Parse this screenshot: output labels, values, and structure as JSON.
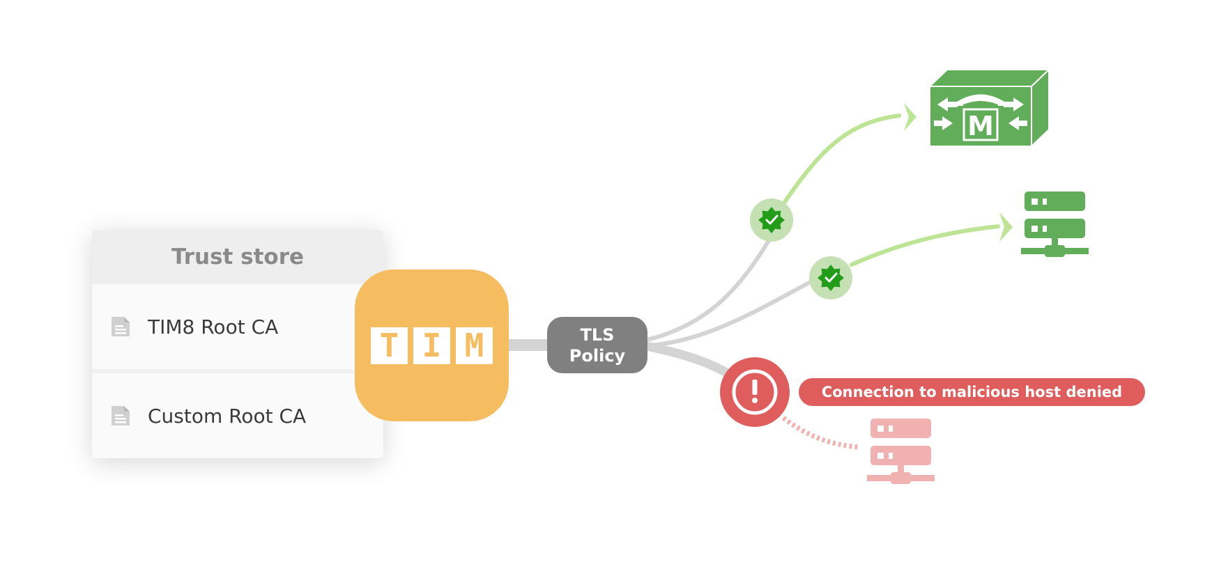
{
  "trust_store": {
    "title": "Trust store",
    "items": [
      {
        "label": "TIM8 Root CA",
        "icon": "document-icon"
      },
      {
        "label": "Custom Root CA",
        "icon": "document-icon"
      }
    ]
  },
  "logo": {
    "letters": [
      "T",
      "I",
      "M"
    ],
    "color": "#f6bc60"
  },
  "tls_policy": {
    "line1": "TLS",
    "line2": "Policy"
  },
  "connections": [
    {
      "target": "mitel-switch-icon",
      "status": "trusted",
      "badge": "verified-check-icon"
    },
    {
      "target": "server-icon",
      "status": "trusted",
      "badge": "verified-check-icon"
    },
    {
      "target": "server-icon",
      "status": "denied",
      "badge": "alert-icon"
    }
  ],
  "denied_message": "Connection to malicious host denied",
  "colors": {
    "trusted": "#62ad59",
    "trusted_line": "#bde394",
    "denied": "#e05d5d",
    "denied_light": "#f2b1b1",
    "policy": "#808080",
    "neutral_line": "#d4d4d4"
  }
}
